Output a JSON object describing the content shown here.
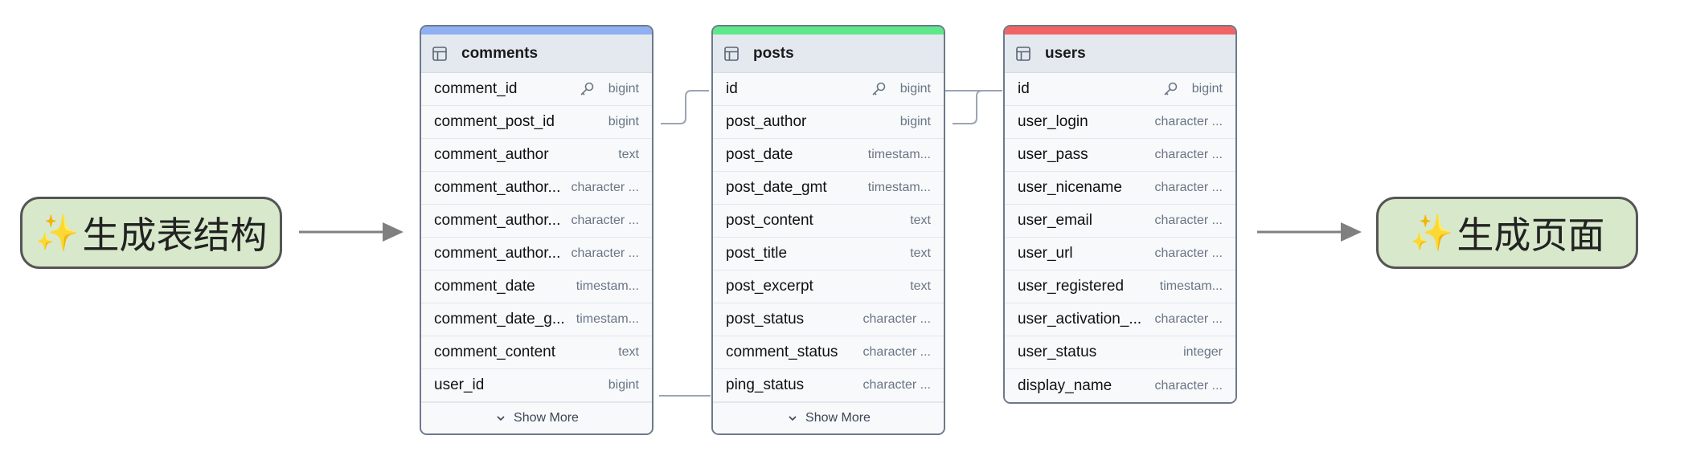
{
  "left_step": {
    "sparkle": "✨",
    "label": "生成表结构"
  },
  "right_step": {
    "sparkle": "✨",
    "label": "生成页面"
  },
  "tables": [
    {
      "name": "comments",
      "accent": "#8fb0f2",
      "show_more": "Show More",
      "columns": [
        {
          "name": "comment_id",
          "type": "bigint",
          "key": true
        },
        {
          "name": "comment_post_id",
          "type": "bigint",
          "key": false
        },
        {
          "name": "comment_author",
          "type": "text",
          "key": false
        },
        {
          "name": "comment_author...",
          "type": "character ...",
          "key": false
        },
        {
          "name": "comment_author...",
          "type": "character ...",
          "key": false
        },
        {
          "name": "comment_author...",
          "type": "character ...",
          "key": false
        },
        {
          "name": "comment_date",
          "type": "timestam...",
          "key": false
        },
        {
          "name": "comment_date_g...",
          "type": "timestam...",
          "key": false
        },
        {
          "name": "comment_content",
          "type": "text",
          "key": false
        },
        {
          "name": "user_id",
          "type": "bigint",
          "key": false
        }
      ]
    },
    {
      "name": "posts",
      "accent": "#5ee88a",
      "show_more": "Show More",
      "columns": [
        {
          "name": "id",
          "type": "bigint",
          "key": true
        },
        {
          "name": "post_author",
          "type": "bigint",
          "key": false
        },
        {
          "name": "post_date",
          "type": "timestam...",
          "key": false
        },
        {
          "name": "post_date_gmt",
          "type": "timestam...",
          "key": false
        },
        {
          "name": "post_content",
          "type": "text",
          "key": false
        },
        {
          "name": "post_title",
          "type": "text",
          "key": false
        },
        {
          "name": "post_excerpt",
          "type": "text",
          "key": false
        },
        {
          "name": "post_status",
          "type": "character ...",
          "key": false
        },
        {
          "name": "comment_status",
          "type": "character ...",
          "key": false
        },
        {
          "name": "ping_status",
          "type": "character ...",
          "key": false
        }
      ]
    },
    {
      "name": "users",
      "accent": "#f26464",
      "show_more": "",
      "columns": [
        {
          "name": "id",
          "type": "bigint",
          "key": true
        },
        {
          "name": "user_login",
          "type": "character ...",
          "key": false
        },
        {
          "name": "user_pass",
          "type": "character ...",
          "key": false
        },
        {
          "name": "user_nicename",
          "type": "character ...",
          "key": false
        },
        {
          "name": "user_email",
          "type": "character ...",
          "key": false
        },
        {
          "name": "user_url",
          "type": "character ...",
          "key": false
        },
        {
          "name": "user_registered",
          "type": "timestam...",
          "key": false
        },
        {
          "name": "user_activation_...",
          "type": "character ...",
          "key": false
        },
        {
          "name": "user_status",
          "type": "integer",
          "key": false
        },
        {
          "name": "display_name",
          "type": "character ...",
          "key": false
        }
      ]
    }
  ],
  "colors": {
    "pill_fill": "#d8e8cb",
    "pill_border": "#555555",
    "arrow": "#808080",
    "connector": "#9aa5b3",
    "table_border": "#6c7a8c",
    "header_fill": "#e4e9f0"
  },
  "icons": {
    "table": "table-icon",
    "key": "key-icon",
    "chevron": "chevron-down-icon",
    "arrow": "arrow-right-icon"
  }
}
